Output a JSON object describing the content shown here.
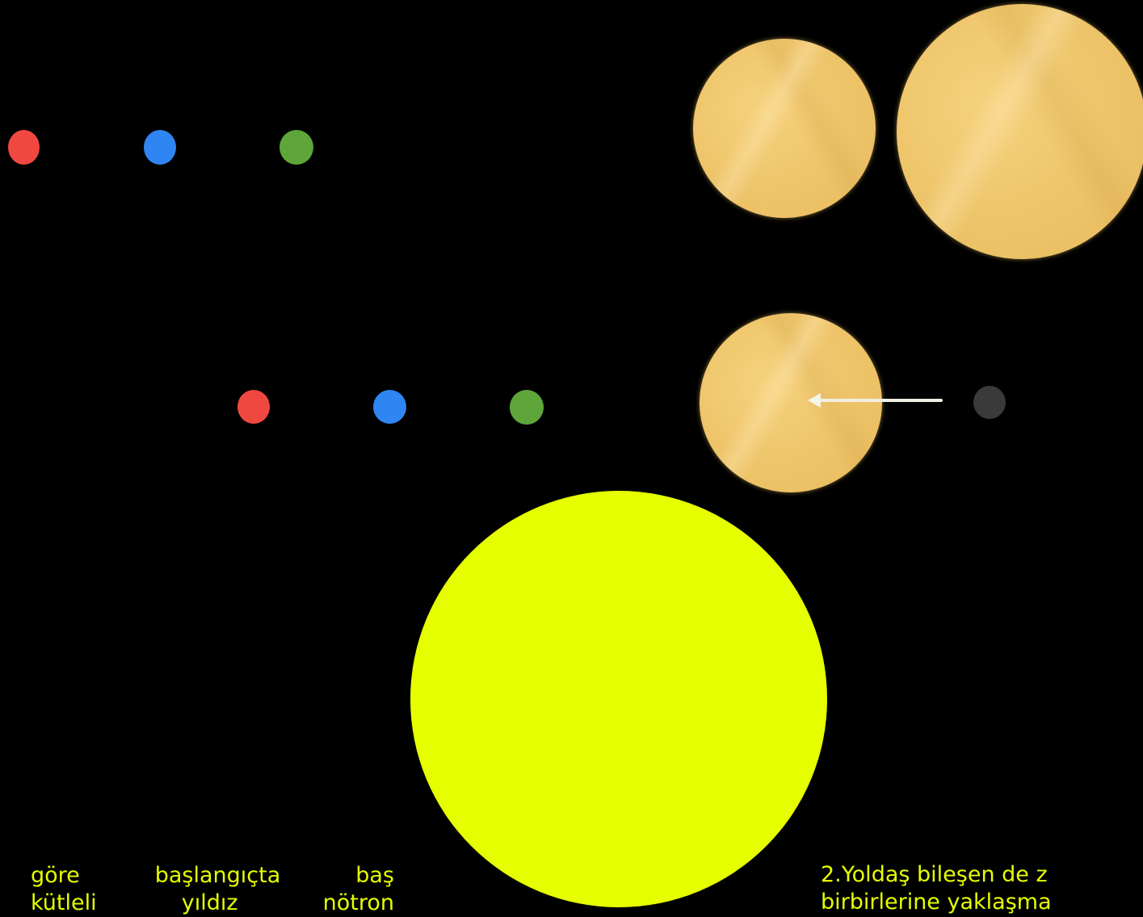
{
  "colors": {
    "background": "#000000",
    "red_particle": "#f04840",
    "blue_particle": "#2f86f2",
    "green_particle": "#5ea63a",
    "star_gold": "#efc66c",
    "compact_object": "#3a3a3a",
    "arrow": "#f1eee4",
    "highlight_disc": "#e5ff00",
    "caption_text": "#e5ff00"
  },
  "icons": {
    "red_particle": "red-particle-icon",
    "blue_particle": "blue-particle-icon",
    "green_particle": "green-particle-icon",
    "star": "star-icon",
    "compact_object": "compact-object-icon",
    "arrow": "left-arrow-icon"
  },
  "captions": {
    "left": {
      "line1": "göre başlangıçta baş",
      "line2": "kütleli yıldız nötron"
    },
    "right": {
      "line1": "2.Yoldaş bileşen de z",
      "line2": "birbirlerine yaklaşma"
    }
  }
}
